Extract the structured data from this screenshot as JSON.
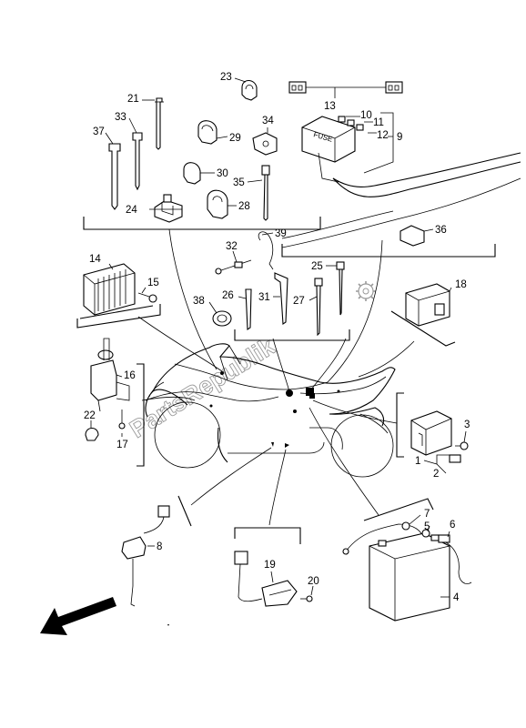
{
  "diagram": {
    "watermark": "PartsRepublik",
    "fuse_label": "FUSE",
    "callouts": {
      "c1": "1",
      "c2": "2",
      "c3": "3",
      "c4": "4",
      "c5": "5",
      "c6": "6",
      "c7": "7",
      "c8": "8",
      "c9": "9",
      "c10": "10",
      "c11": "11",
      "c12": "12",
      "c13": "13",
      "c14": "14",
      "c15": "15",
      "c16": "16",
      "c17": "17",
      "c18": "18",
      "c19": "19",
      "c20": "20",
      "c21": "21",
      "c22": "22",
      "c23": "23",
      "c24": "24",
      "c25": "25",
      "c26": "26",
      "c27": "27",
      "c28": "28",
      "c29": "29",
      "c30": "30",
      "c31": "31",
      "c32": "32",
      "c33": "33",
      "c34": "34",
      "c35": "35",
      "c36": "36",
      "c37": "37",
      "c38": "38",
      "c39": "39"
    },
    "icons": [
      "gear-icon",
      "direction-arrow-icon"
    ]
  }
}
